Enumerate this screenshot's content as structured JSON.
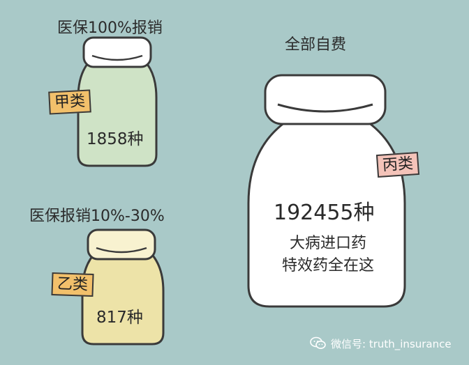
{
  "labels": {
    "class_a_coverage": "医保100%报销",
    "class_b_coverage": "医保报销10%-30%",
    "class_c_coverage": "全部自费"
  },
  "bottles": {
    "class_a": {
      "tag": "甲类",
      "count": "1858种",
      "body_color": "#cfe3c6",
      "tag_color": "#f2c06b"
    },
    "class_b": {
      "tag": "乙类",
      "count": "817种",
      "body_color": "#ede3a8",
      "tag_color": "#f2c06b"
    },
    "class_c": {
      "tag": "丙类",
      "count": "192455种",
      "line1": "大病进口药",
      "line2": "特效药全在这",
      "body_color": "#ffffff",
      "tag_color": "#f4c3b9"
    }
  },
  "watermark": {
    "text": "微信号: truth_insurance",
    "icon": "wechat-icon"
  }
}
